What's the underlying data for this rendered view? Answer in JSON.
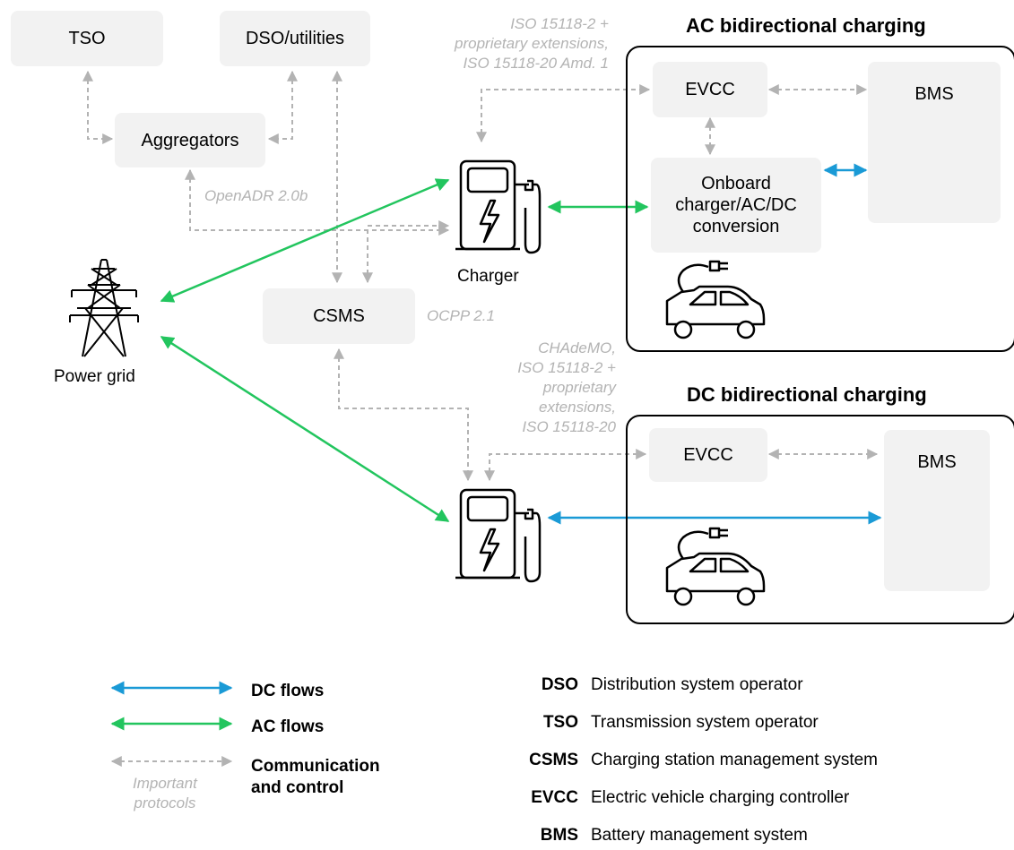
{
  "boxes": {
    "tso": "TSO",
    "dso": "DSO/utilities",
    "aggregators": "Aggregators",
    "csms": "CSMS",
    "evcc_ac": "EVCC",
    "bms_ac": "BMS",
    "onboard_charger": "Onboard charger/AC/DC conversion",
    "evcc_dc": "EVCC",
    "bms_dc": "BMS"
  },
  "titles": {
    "ac": "AC bidirectional charging",
    "dc": "DC bidirectional charging"
  },
  "labels": {
    "charger": "Charger",
    "power_grid": "Power grid"
  },
  "protocols": {
    "ac_iso": [
      "ISO 15118-2 +",
      "proprietary extensions,",
      "ISO 15118-20 Amd. 1"
    ],
    "openadr": "OpenADR 2.0b",
    "ocpp": "OCPP 2.1",
    "dc_iso": [
      "CHAdeMO,",
      "ISO 15118-2 +",
      "proprietary",
      "extensions,",
      "ISO 15118-20"
    ]
  },
  "legend": {
    "dc_flows": "DC flows",
    "ac_flows": "AC flows",
    "communication": [
      "Communication",
      "and control"
    ],
    "important_protocols": [
      "Important",
      "protocols"
    ]
  },
  "abbreviations": [
    {
      "abbr": "DSO",
      "def": "Distribution system operator"
    },
    {
      "abbr": "TSO",
      "def": "Transmission system operator"
    },
    {
      "abbr": "CSMS",
      "def": "Charging station management system"
    },
    {
      "abbr": "EVCC",
      "def": "Electric vehicle charging controller"
    },
    {
      "abbr": "BMS",
      "def": "Battery management system"
    }
  ],
  "colors": {
    "dc_flow": "#1a9ad6",
    "ac_flow": "#22c55e",
    "communication": "#b3b3b3",
    "box_fill": "#f2f2f2"
  },
  "icons": [
    "charger-icon",
    "power-tower-icon",
    "battery-icon",
    "electric-car-icon"
  ]
}
